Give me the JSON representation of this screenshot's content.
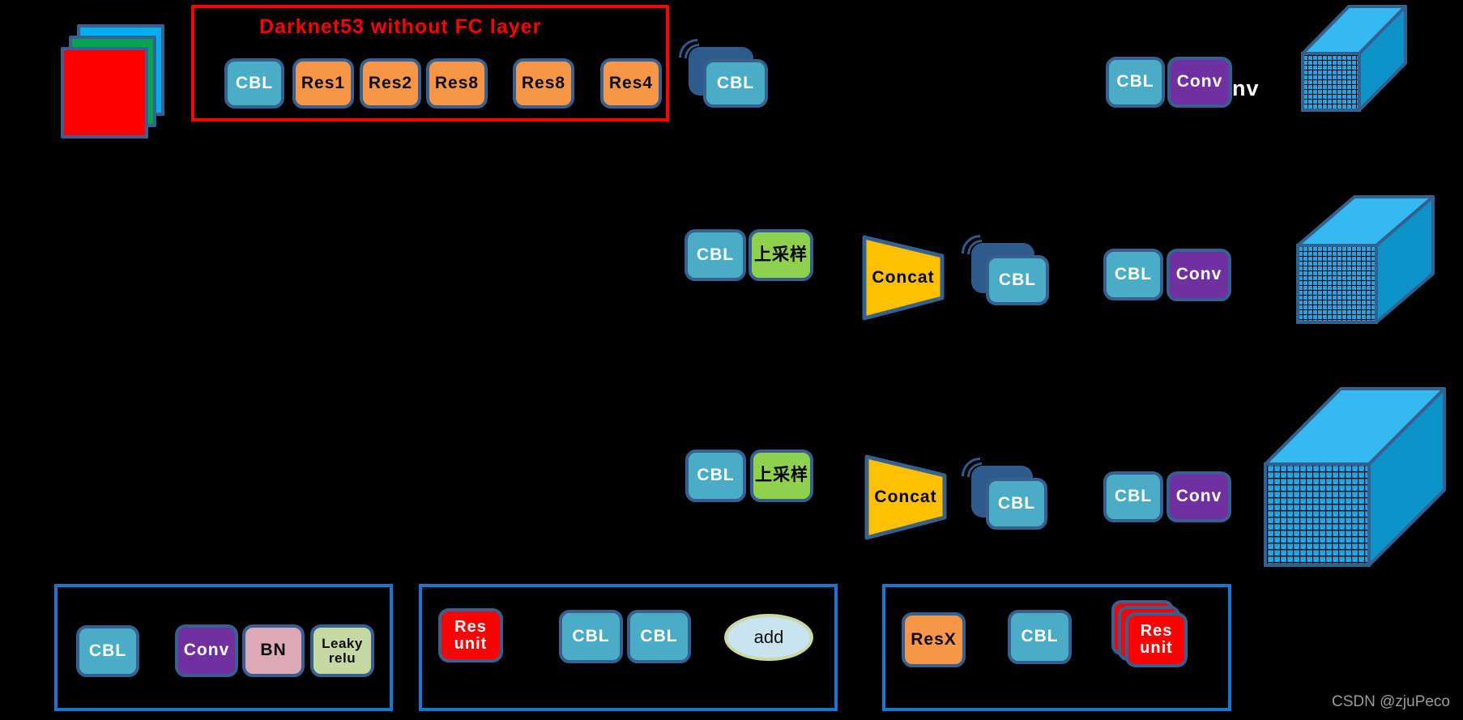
{
  "diagram": {
    "backbone": {
      "title": "Darknet53 without FC layer",
      "cbl": "CBL",
      "res1": "Res1",
      "res2": "Res2",
      "res8a": "Res8",
      "res8b": "Res8",
      "res4": "Res4"
    },
    "row1": {
      "stack_cbl": "CBL",
      "head_cbl": "CBL",
      "head_conv": "Conv",
      "overflow": "nv"
    },
    "row2": {
      "cbl": "CBL",
      "upsample": "上采样",
      "concat": "Concat",
      "stack_cbl": "CBL",
      "head_cbl": "CBL",
      "head_conv": "Conv"
    },
    "row3": {
      "cbl": "CBL",
      "upsample": "上采样",
      "concat": "Concat",
      "stack_cbl": "CBL",
      "head_cbl": "CBL",
      "head_conv": "Conv"
    },
    "legend_cbl": {
      "cbl": "CBL",
      "conv": "Conv",
      "bn": "BN",
      "leaky": "Leaky relu"
    },
    "legend_res_unit": {
      "res_unit": "Res unit",
      "cbl1": "CBL",
      "cbl2": "CBL",
      "add": "add"
    },
    "legend_resx": {
      "resx": "ResX",
      "cbl": "CBL",
      "res_unit": "Res unit"
    },
    "watermark": "CSDN @zjuPeco",
    "colors": {
      "teal": "#4BACC6",
      "orange": "#F79646",
      "purple": "#7030A0",
      "green": "#8FD14F",
      "concat_yellow": "#FFC000",
      "red": "#FF0000",
      "bn_pink": "#DCA9B9",
      "leaky_olive": "#C5D9A2",
      "add_fill": "#C9E3EF",
      "add_border": "#C8D9A2",
      "cube_top": "#35B9F0",
      "cube_right": "#0E93C8",
      "cube_front": "#24A5E3",
      "block_border": "#35608F",
      "legend_border": "#1B75D1",
      "input_red": "#FE0000",
      "input_green": "#00A551",
      "input_blue": "#00AEEF"
    }
  }
}
